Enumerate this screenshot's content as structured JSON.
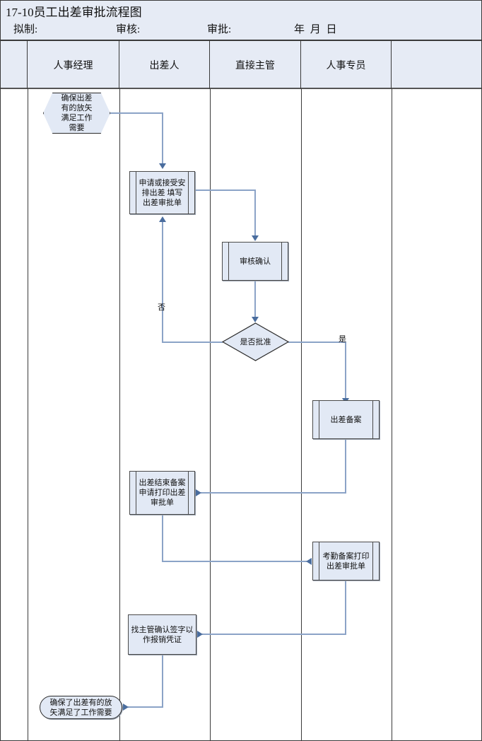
{
  "header": {
    "title": "17-10员工出差审批流程图",
    "draft_label": "拟制:",
    "review_label": "审核:",
    "approve_label": "审批:",
    "date_label": "年 月 日"
  },
  "lanes": [
    {
      "label": ""
    },
    {
      "label": "人事经理"
    },
    {
      "label": "出差人"
    },
    {
      "label": "直接主管"
    },
    {
      "label": "人事专员"
    },
    {
      "label": ""
    }
  ],
  "nodes": {
    "start": {
      "text": "确保出差\n有的放矢\n满足工作\n需要",
      "shape": "hexagon",
      "lane": "人事经理"
    },
    "apply": {
      "text": "申请或接受安\n排出差 填写\n出差审批单",
      "shape": "predefined-process",
      "lane": "出差人"
    },
    "review": {
      "text": "审核确认",
      "shape": "predefined-process",
      "lane": "直接主管"
    },
    "decision": {
      "text": "是否批准",
      "shape": "diamond",
      "lane": "直接主管"
    },
    "record": {
      "text": "出差备案",
      "shape": "predefined-process",
      "lane": "人事专员"
    },
    "finish_record": {
      "text": "出差结束备案\n申请打印出差\n审批单",
      "shape": "predefined-process",
      "lane": "出差人"
    },
    "attendance": {
      "text": "考勤备案打印\n出差审批单",
      "shape": "predefined-process",
      "lane": "人事专员"
    },
    "sign": {
      "text": "找主管确认签字以\n作报销凭证",
      "shape": "rectangle",
      "lane": "出差人"
    },
    "end": {
      "text": "确保了出差有的放\n矢满足了工作需要",
      "shape": "terminator",
      "lane": "人事经理"
    }
  },
  "edge_labels": {
    "yes": "是",
    "no": "否"
  },
  "colors": {
    "lane_header_fill": "#e6ebf5",
    "shape_fill": "#e2e9f5",
    "shape_stroke": "#4a4a4a",
    "connector": "#8ba3c7",
    "arrow": "#4a6d9e",
    "border": "#3a3a3a"
  }
}
